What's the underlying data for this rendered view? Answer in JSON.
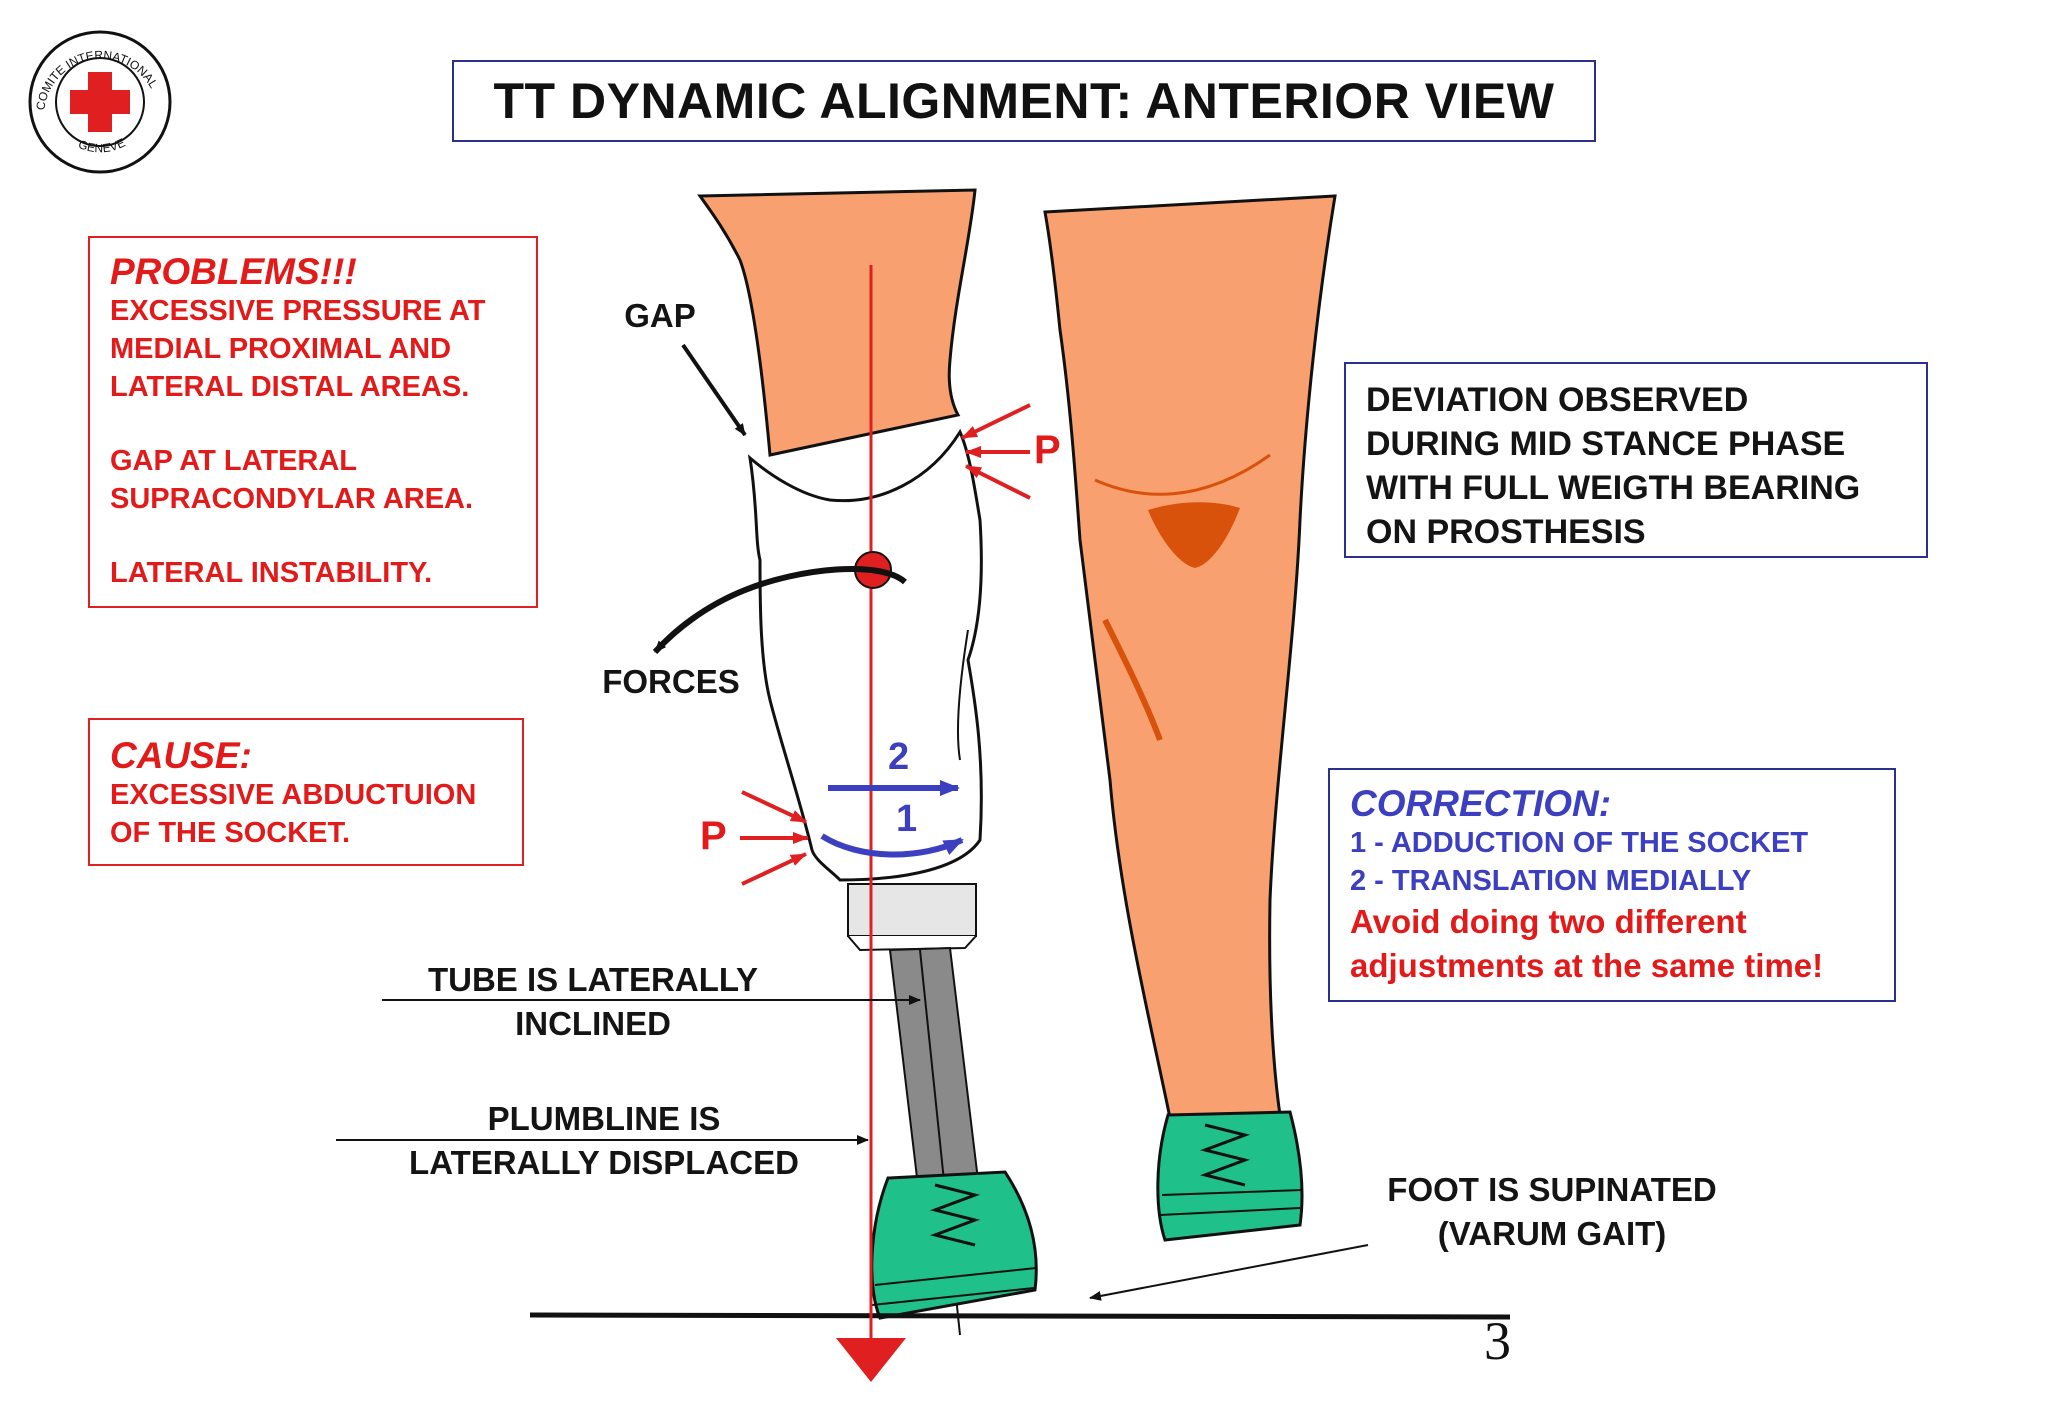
{
  "logo": {
    "ring_top": "COMITE INTERNATIONAL",
    "ring_bottom": "GENEVE",
    "color": "#e02020"
  },
  "title": "TT DYNAMIC ALIGNMENT: ANTERIOR VIEW",
  "problems": {
    "heading": "PROBLEMS!!!",
    "lines": [
      "EXCESSIVE PRESSURE AT",
      "MEDIAL PROXIMAL AND",
      "LATERAL DISTAL AREAS.",
      "GAP AT LATERAL",
      "SUPRACONDYLAR AREA.",
      "LATERAL INSTABILITY."
    ]
  },
  "cause": {
    "heading": "CAUSE:",
    "lines": [
      "EXCESSIVE ABDUCTUION",
      "OF THE SOCKET."
    ]
  },
  "deviation": {
    "lines": [
      "DEVIATION OBSERVED",
      "DURING MID STANCE PHASE",
      "WITH FULL WEIGTH BEARING",
      "ON PROSTHESIS"
    ]
  },
  "correction": {
    "heading": "CORRECTION:",
    "steps": [
      "1 - ADDUCTION OF THE SOCKET",
      "2 - TRANSLATION  MEDIALLY"
    ],
    "warning": [
      "Avoid doing two different",
      "adjustments at the same time!"
    ]
  },
  "labels": {
    "gap": "GAP",
    "forces": "FORCES",
    "pressure_upper": "P",
    "pressure_lower": "P",
    "arrow_1": "1",
    "arrow_2": "2",
    "tube": [
      "TUBE IS LATERALLY",
      "INCLINED"
    ],
    "plumbline": [
      "PLUMBLINE IS",
      "LATERALLY DISPLACED"
    ],
    "foot": [
      "FOOT IS SUPINATED",
      "(VARUM GAIT)"
    ]
  },
  "page_number": "3",
  "colors": {
    "skin": "#f9a070",
    "skin_outline": "#111111",
    "knee_mark": "#d9520c",
    "shoe": "#1fc08a",
    "tube": "#8a8a8a",
    "plumbline": "#e02020",
    "correction_blue": "#3b3fc0",
    "alert_red": "#e21a1a"
  }
}
